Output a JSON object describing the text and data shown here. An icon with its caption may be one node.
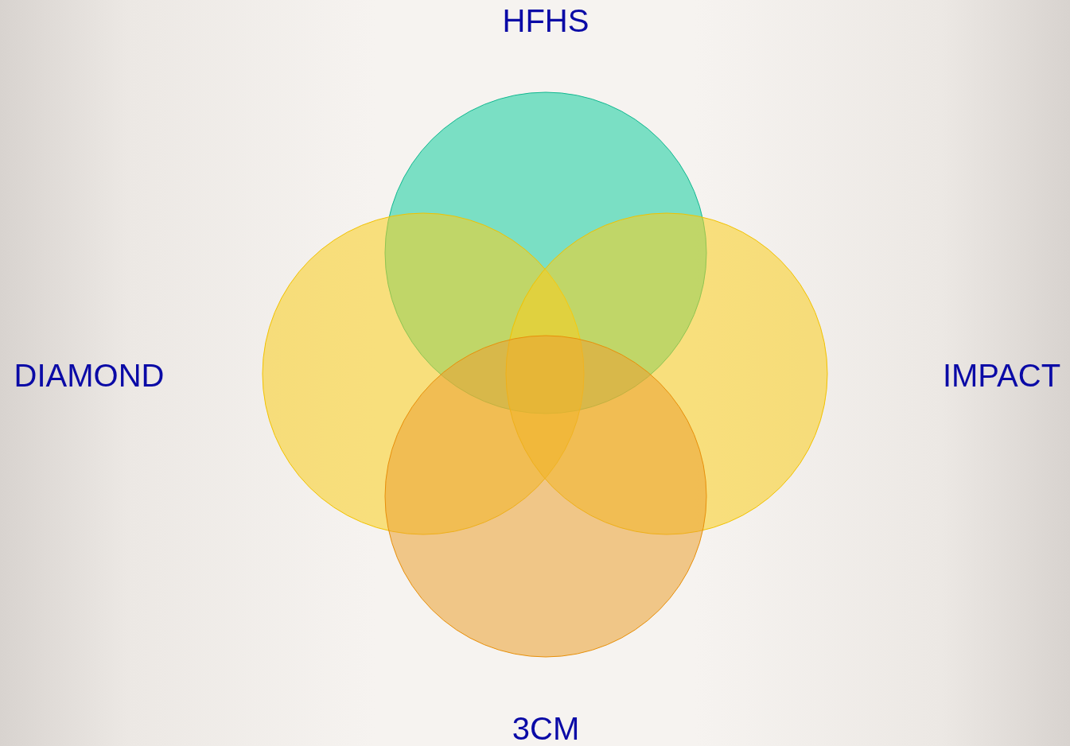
{
  "diagram": {
    "nodes": [
      {
        "text": [
          "HFHS"
        ]
      },
      {
        "text": [
          "DIAMOND"
        ]
      },
      {
        "text": [
          "IMPACT"
        ]
      },
      {
        "text": [
          "3CM"
        ]
      }
    ]
  }
}
